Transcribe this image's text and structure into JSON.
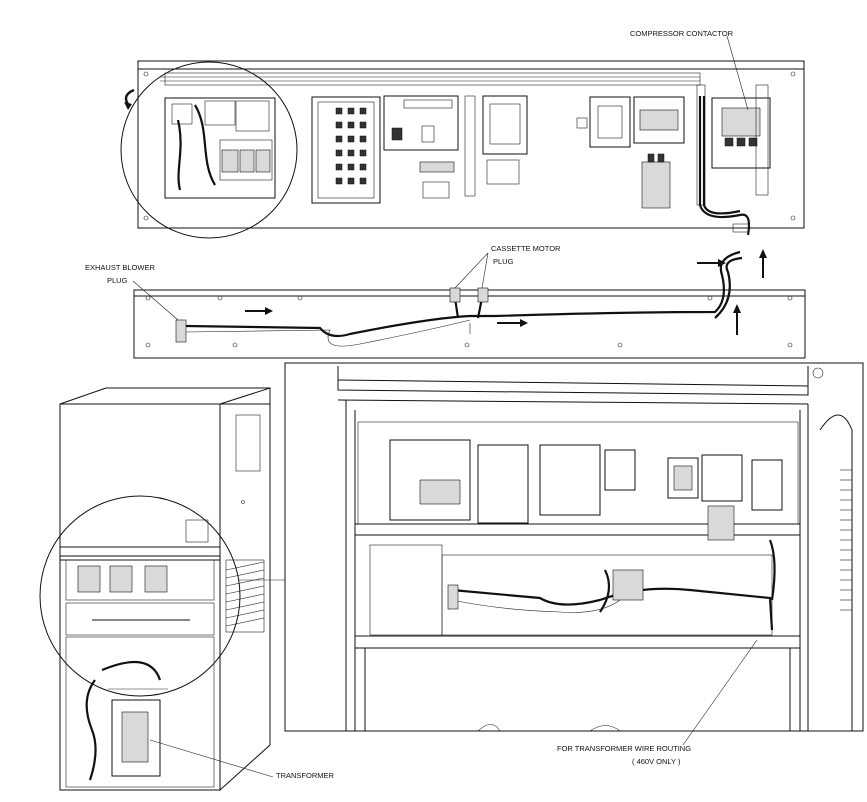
{
  "labels": {
    "compressor_contactor": "COMPRESSOR CONTACTOR",
    "cassette_motor_line1": "CASSETTE MOTOR",
    "cassette_motor_line2": "PLUG",
    "exhaust_blower_line1": "EXHAUST BLOWER",
    "exhaust_blower_line2": "PLUG",
    "transformer_routing_line1": "FOR TRANSFORMER WIRE ROUTING",
    "transformer_routing_line2": "( 460V ONLY )",
    "transformer": "TRANSFORMER"
  },
  "icons": {
    "rotate_arrow": "counterclockwise-arrow-icon",
    "flow_arrows": "right-arrow-icon, up-arrow-icon"
  }
}
